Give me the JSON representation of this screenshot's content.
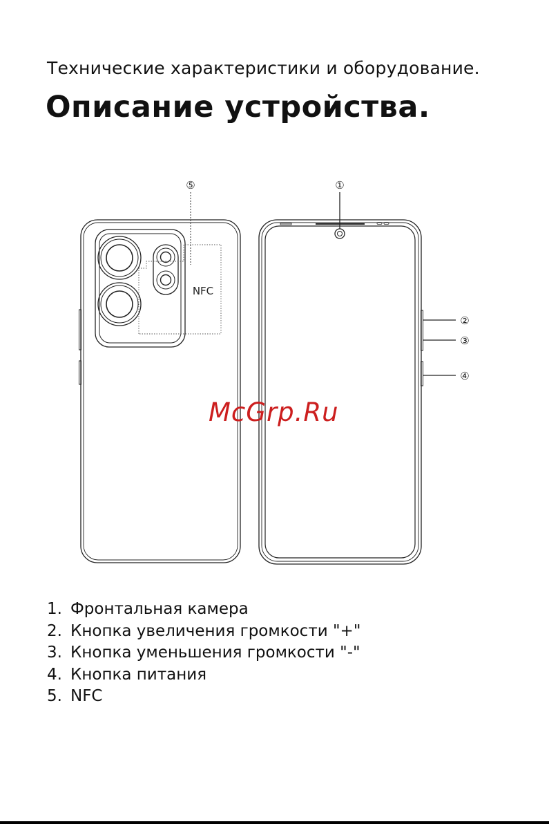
{
  "header": {
    "subtitle": "Технические характеристики и оборудование.",
    "title": "Описание устройства."
  },
  "diagram": {
    "callouts": [
      "①",
      "②",
      "③",
      "④",
      "⑤"
    ],
    "nfc_label": "NFC"
  },
  "watermark": "McGrp.Ru",
  "legend": [
    {
      "num": "1.",
      "text": "Фронтальная камера"
    },
    {
      "num": "2.",
      "text": "Кнопка увеличения громкости \"+\""
    },
    {
      "num": "3.",
      "text": "Кнопка уменьшения громкости \"-\""
    },
    {
      "num": "4.",
      "text": "Кнопка питания"
    },
    {
      "num": "5.",
      "text": "NFC"
    }
  ]
}
